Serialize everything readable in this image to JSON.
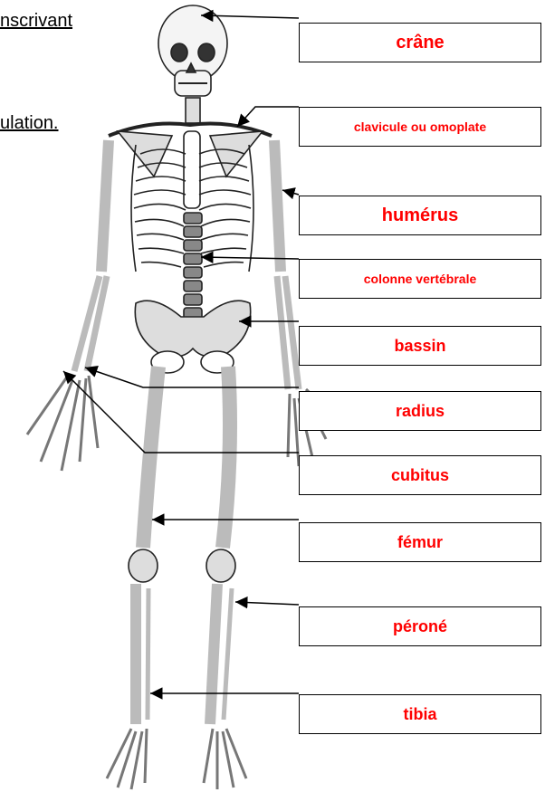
{
  "instruction_fragments": [
    "nscrivant",
    "ulation."
  ],
  "labels": [
    "crâne",
    "clavicule ou omoplate",
    "humérus",
    "colonne vertébrale",
    "bassin",
    "radius",
    "cubitus",
    "fémur",
    "péroné",
    "tibia"
  ],
  "colors": {
    "label_text": "#ff0000",
    "lines": "#000000",
    "bone_outline": "#222222"
  }
}
